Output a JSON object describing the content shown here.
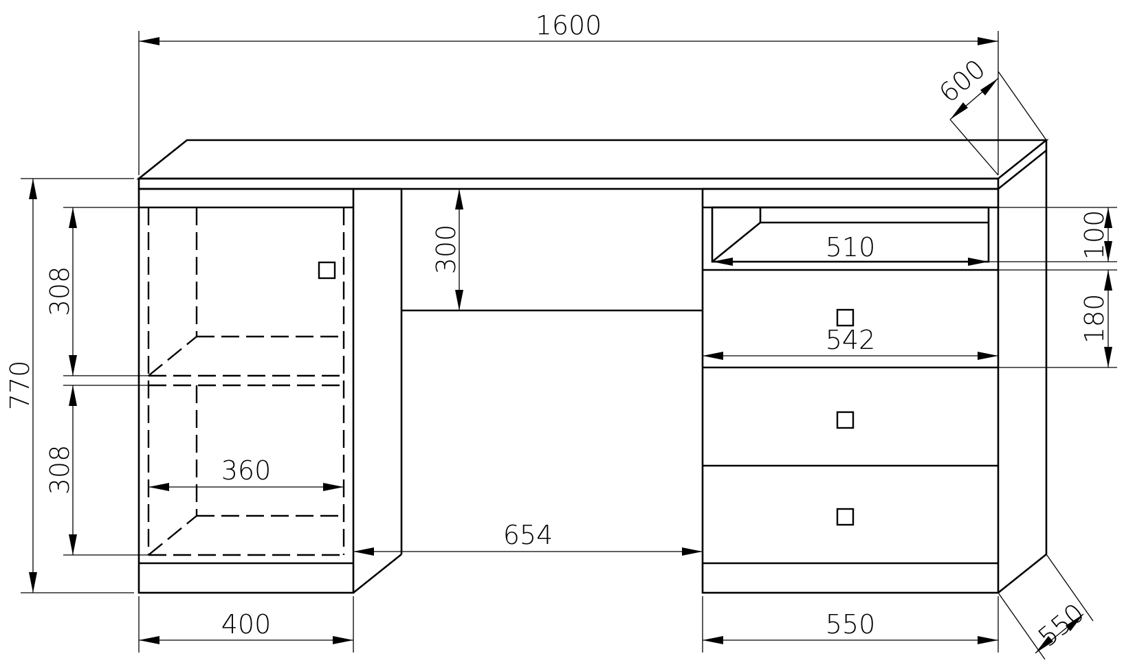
{
  "drawing": {
    "colors": {
      "line": "#000000",
      "background": "#ffffff"
    },
    "dimensions": {
      "overall_width": "1600",
      "depth_top": "600",
      "overall_height": "770",
      "left_upper_opening": "308",
      "left_lower_opening": "308",
      "left_inner_width": "360",
      "knee_space_height": "300",
      "knee_space_width": "654",
      "top_drawer_width": "510",
      "top_drawer_height": "100",
      "second_drawer_height": "180",
      "drawer_front_width": "542",
      "left_pedestal_width": "400",
      "right_pedestal_width": "550",
      "pedestal_depth": "550"
    }
  }
}
